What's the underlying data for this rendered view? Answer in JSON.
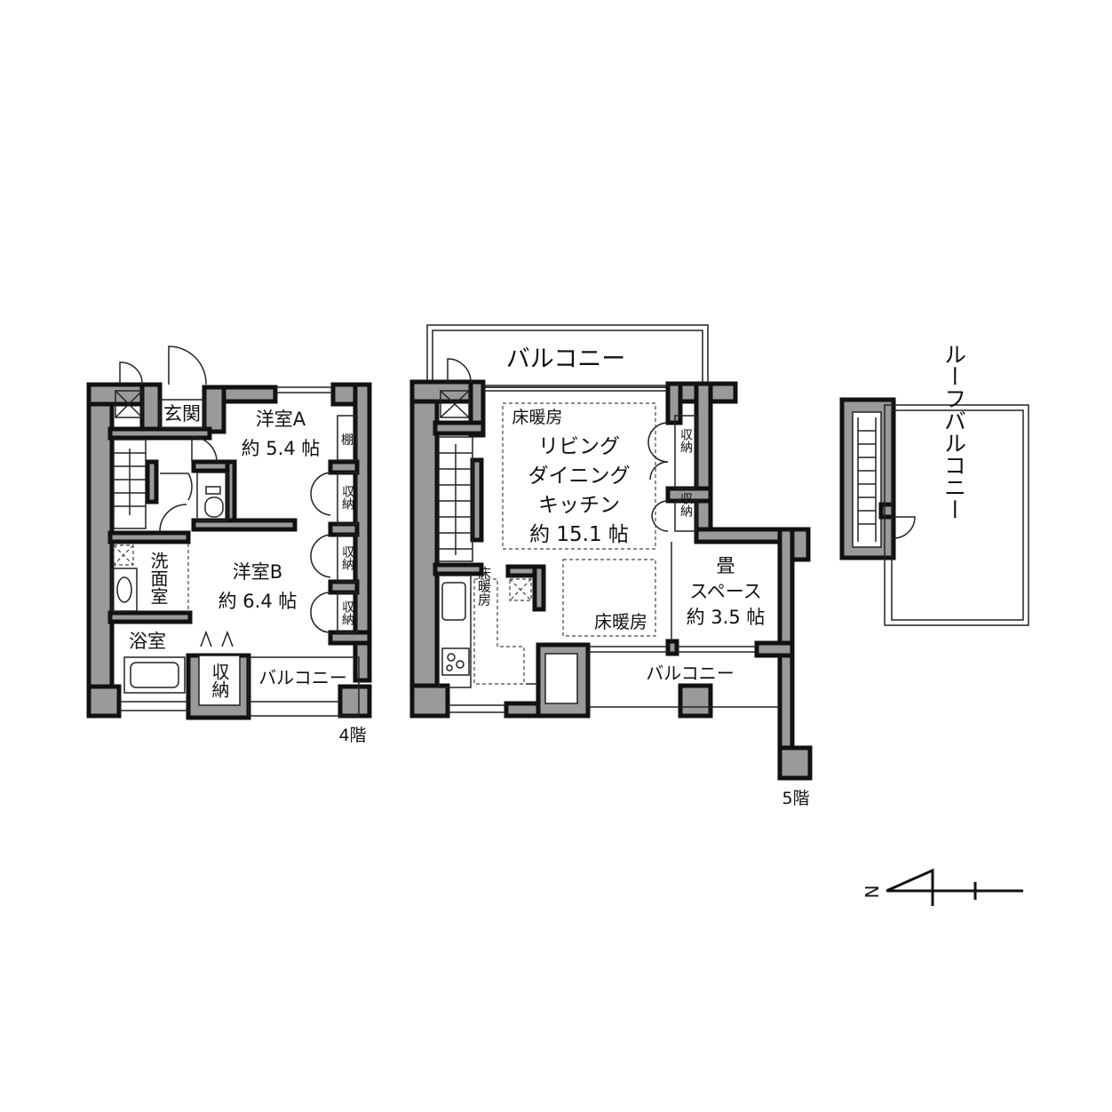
{
  "floor4": {
    "floor_label": "4階",
    "genkan": "玄関",
    "room_a": {
      "name": "洋室A",
      "size": "約 5.4 帖"
    },
    "tana": "棚",
    "shuno_1": "収納",
    "shuno_2": "収納",
    "shuno_3": "収納",
    "room_b": {
      "name": "洋室B",
      "size": "約 6.4 帖"
    },
    "senmen": "洗面室",
    "yokushitsu": "浴室",
    "shuno_4": "収納",
    "balcony": "バルコニー"
  },
  "floor5": {
    "floor_label": "5階",
    "balcony_top": "バルコニー",
    "floor_heating_1": "床暖房",
    "ldk_line1": "リビング",
    "ldk_line2": "ダイニング",
    "ldk_line3": "キッチン",
    "ldk_size": "約 15.1 帖",
    "shuno_1": "収納",
    "shuno_2": "収納",
    "floor_heating_kitchen": "床暖房",
    "floor_heating_2": "床暖房",
    "tatami_name": "畳",
    "tatami_line2": "スペース",
    "tatami_size": "約 3.5 帖",
    "balcony_bottom": "バルコニー"
  },
  "roof": {
    "roof_balcony": "ルーフバルコニー"
  },
  "compass": {
    "north": "N"
  }
}
